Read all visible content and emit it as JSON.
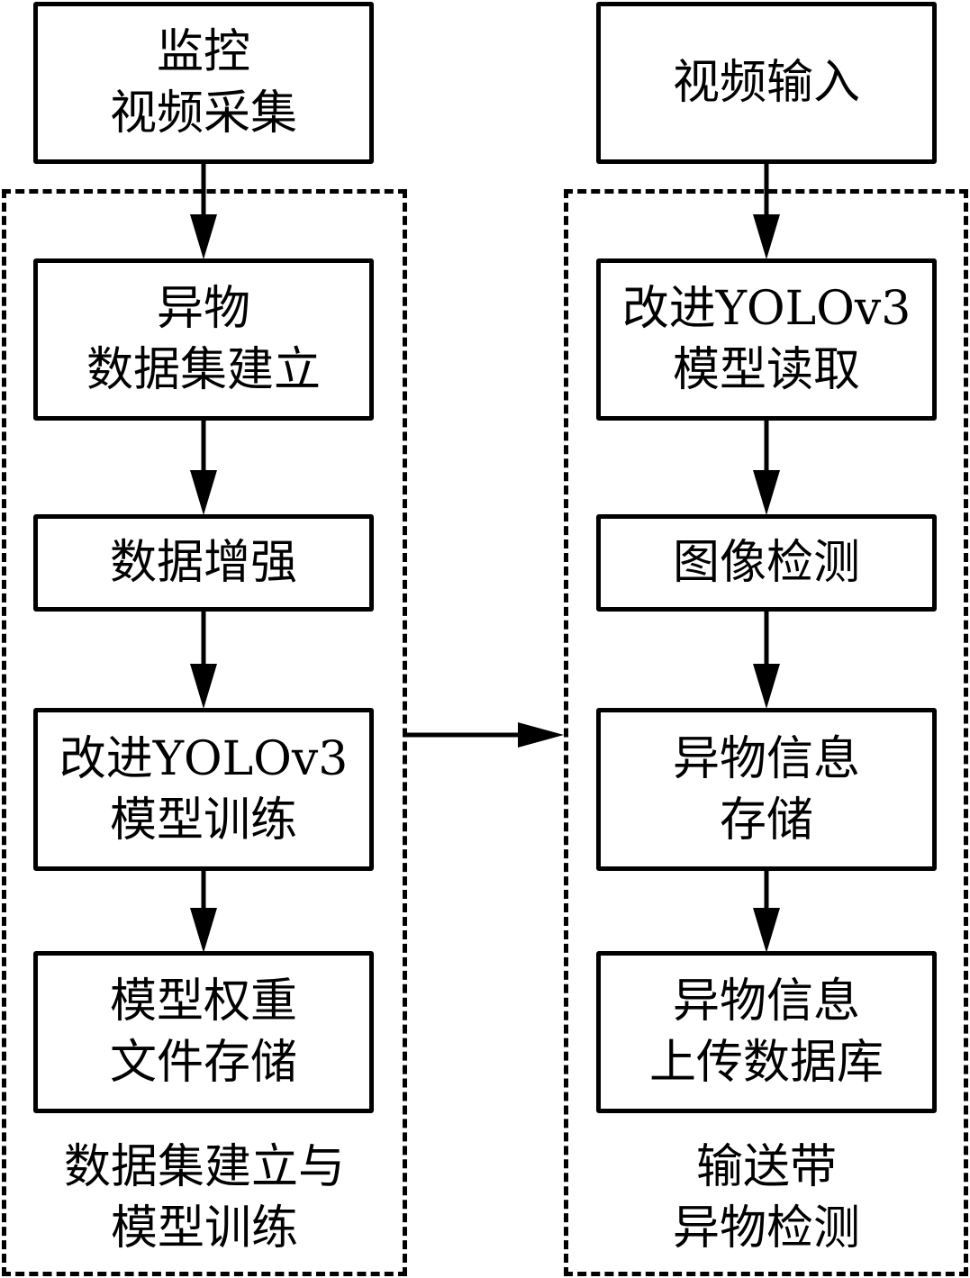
{
  "diagram": {
    "left_column": {
      "top_box": [
        "监控",
        "视频采集"
      ],
      "group_label": [
        "数据集建立与",
        "模型训练"
      ],
      "steps": [
        [
          "异物",
          "数据集建立"
        ],
        [
          "数据增强"
        ],
        [
          "改进YOLOv3",
          "模型训练"
        ],
        [
          "模型权重",
          "文件存储"
        ]
      ]
    },
    "right_column": {
      "top_box": [
        "视频输入"
      ],
      "group_label": [
        "输送带",
        "异物检测"
      ],
      "steps": [
        [
          "改进YOLOv3",
          "模型读取"
        ],
        [
          "图像检测"
        ],
        [
          "异物信息",
          "存储"
        ],
        [
          "异物信息",
          "上传数据库"
        ]
      ]
    },
    "connections": [
      {
        "from": "left-top-box",
        "to": "left-step-1"
      },
      {
        "from": "left-step-1",
        "to": "left-step-2"
      },
      {
        "from": "left-step-2",
        "to": "left-step-3"
      },
      {
        "from": "left-step-3",
        "to": "left-step-4"
      },
      {
        "from": "left-group",
        "to": "right-group"
      },
      {
        "from": "right-top-box",
        "to": "right-step-1"
      },
      {
        "from": "right-step-1",
        "to": "right-step-2"
      },
      {
        "from": "right-step-2",
        "to": "right-step-3"
      },
      {
        "from": "right-step-3",
        "to": "right-step-4"
      }
    ]
  }
}
